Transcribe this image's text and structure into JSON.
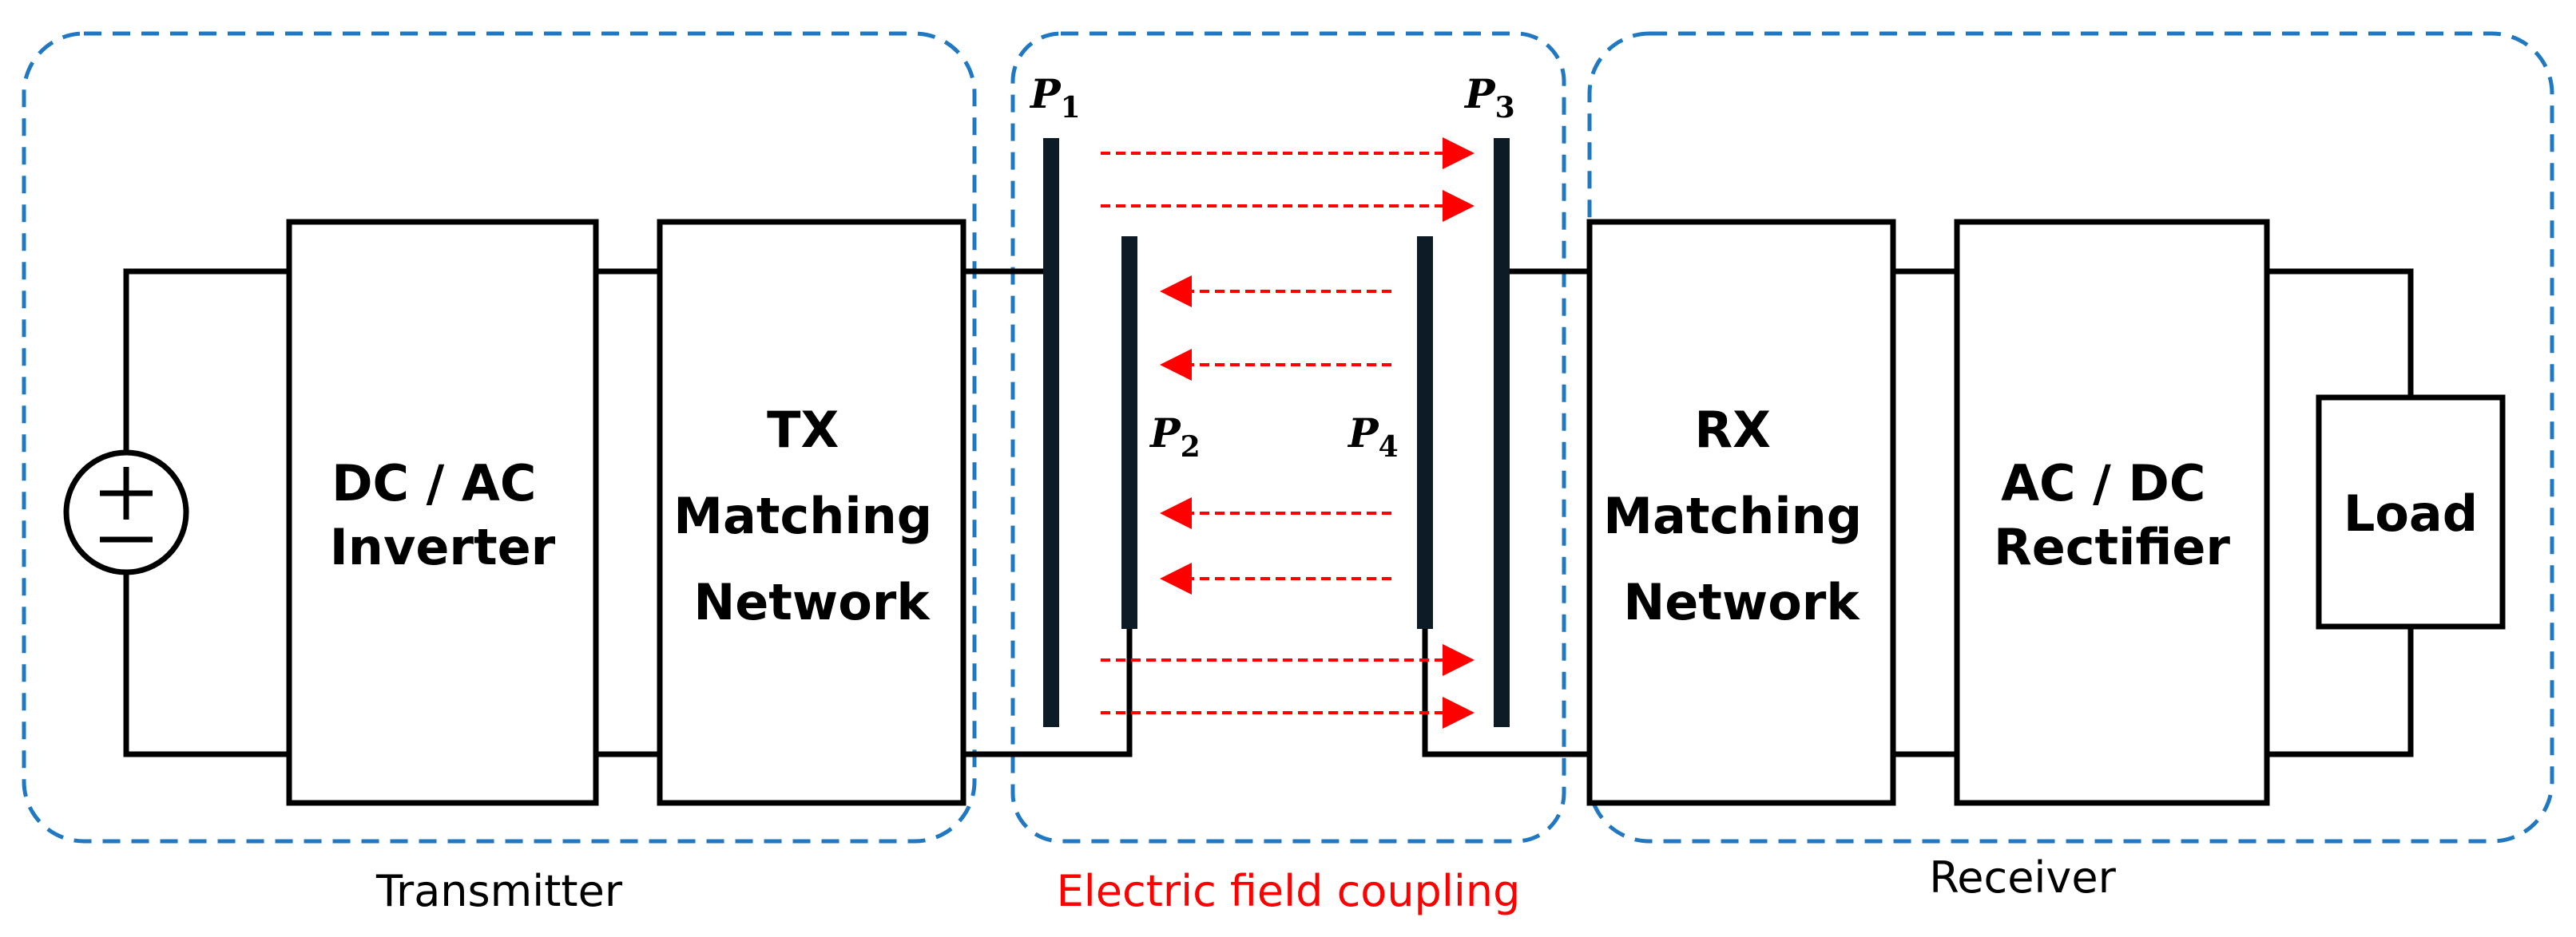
{
  "colors": {
    "group_border": "#1f78c1",
    "field_arrow": "#ff0000",
    "plate": "#0d1b26",
    "wire": "#000000",
    "coupling_label": "#ff0000"
  },
  "groups": {
    "transmitter": "Transmitter",
    "coupling": "Electric field coupling",
    "receiver": "Receiver"
  },
  "source": {
    "icon": "dc-voltage-source-icon",
    "plus": "+",
    "minus": "−"
  },
  "blocks": {
    "inverter": [
      "DC / AC",
      "Inverter"
    ],
    "tx_matching": [
      "TX",
      "Matching",
      "Network"
    ],
    "rx_matching": [
      "RX",
      "Matching",
      "Network"
    ],
    "rectifier": [
      "AC / DC",
      "Rectifier"
    ],
    "load": [
      "Load"
    ]
  },
  "plates": {
    "p1": {
      "letter": "P",
      "sub": "1"
    },
    "p2": {
      "letter": "P",
      "sub": "2"
    },
    "p3": {
      "letter": "P",
      "sub": "3"
    },
    "p4": {
      "letter": "P",
      "sub": "4"
    }
  },
  "field_arrows": {
    "outer_direction": "right",
    "inner_direction": "left",
    "count": 8
  }
}
